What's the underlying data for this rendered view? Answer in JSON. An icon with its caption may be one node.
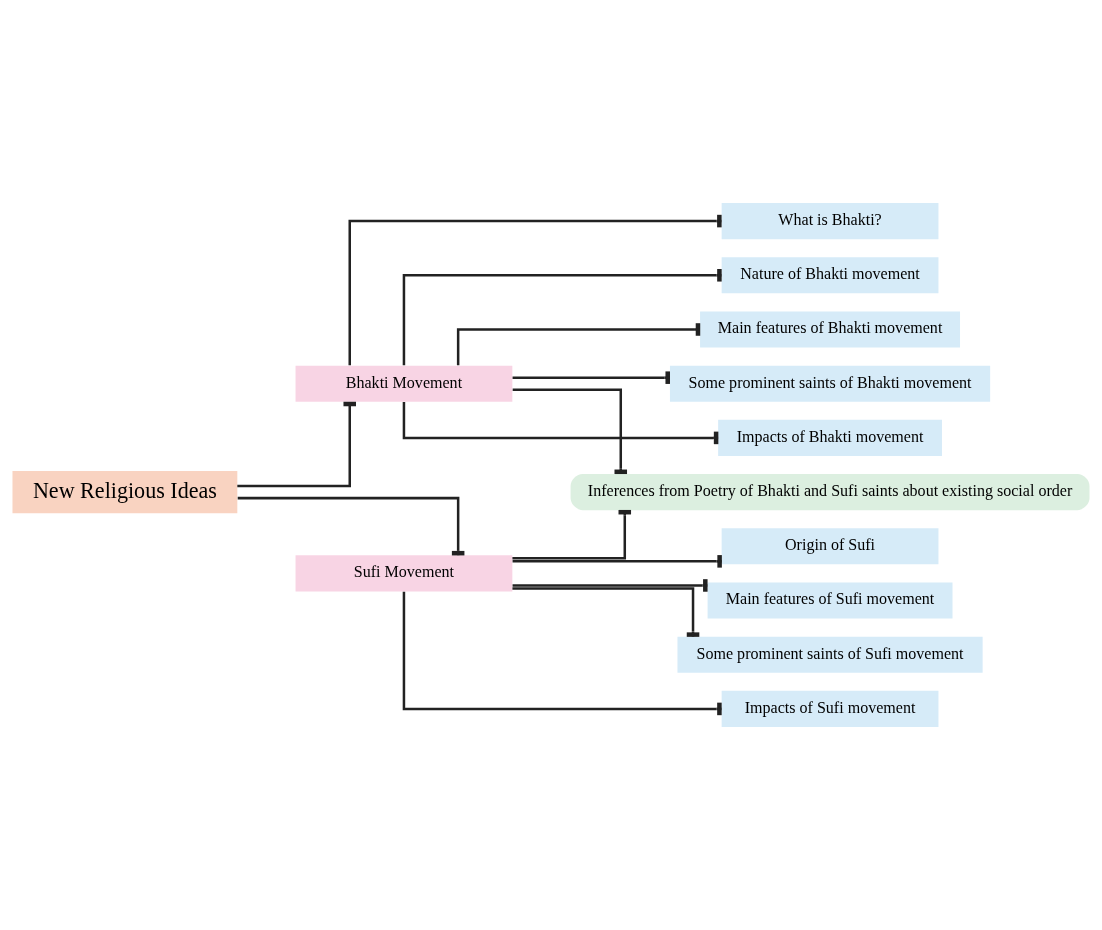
{
  "diagram": {
    "nodes": [
      {
        "text": [
          "New Religious Ideas"
        ]
      },
      {
        "text": [
          "Bhakti Movement"
        ]
      },
      {
        "text": [
          "Sufi Movement"
        ]
      },
      {
        "text": [
          "What is Bhakti?"
        ]
      },
      {
        "text": [
          "Nature of Bhakti movement"
        ]
      },
      {
        "text": [
          "Main features of Bhakti movement"
        ]
      },
      {
        "text": [
          "Some prominent saints of Bhakti movement"
        ]
      },
      {
        "text": [
          "Impacts of Bhakti movement"
        ]
      },
      {
        "text": [
          "Origin of Sufi"
        ]
      },
      {
        "text": [
          "Main features of Sufi movement"
        ]
      },
      {
        "text": [
          "Some prominent saints of Sufi movement"
        ]
      },
      {
        "text": [
          "Impacts of Sufi movement"
        ]
      },
      {
        "text": [
          "Inferences from Poetry of Bhakti and Sufi saints about existing social order"
        ]
      }
    ],
    "edges": [
      {
        "from": 0,
        "to": 1,
        "arrow": "other"
      },
      {
        "from": 0,
        "to": 2,
        "arrow": "other"
      },
      {
        "from": 1,
        "to": 3,
        "arrow": "other"
      },
      {
        "from": 1,
        "to": 4,
        "arrow": "other"
      },
      {
        "from": 1,
        "to": 5,
        "arrow": "other"
      },
      {
        "from": 1,
        "to": 6,
        "arrow": "other"
      },
      {
        "from": 1,
        "to": 7,
        "arrow": "other"
      },
      {
        "from": 1,
        "to": 12,
        "arrow": "other"
      },
      {
        "from": 2,
        "to": 8,
        "arrow": "other"
      },
      {
        "from": 2,
        "to": 9,
        "arrow": "other"
      },
      {
        "from": 2,
        "to": 10,
        "arrow": "other"
      },
      {
        "from": 2,
        "to": 11,
        "arrow": "other"
      },
      {
        "from": 2,
        "to": 12,
        "arrow": "other"
      }
    ]
  }
}
